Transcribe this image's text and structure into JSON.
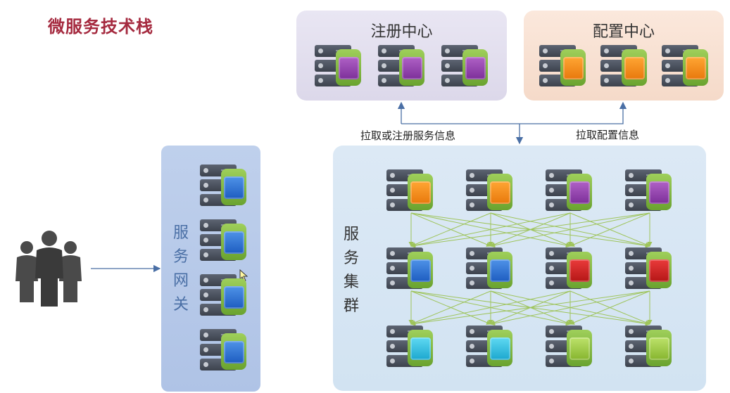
{
  "title": "微服务技术栈",
  "registry": {
    "title": "注册中心",
    "chip_color": "#8a3aa8"
  },
  "config": {
    "title": "配置中心",
    "chip_color": "#f08a1c"
  },
  "gateway": {
    "label_chars": [
      "服",
      "务",
      "网",
      "关"
    ],
    "chip_color": "#2f6fd6"
  },
  "cluster": {
    "label_chars": [
      "服",
      "务",
      "集",
      "群"
    ],
    "rows": [
      [
        "orange",
        "orange",
        "purple",
        "purple"
      ],
      [
        "blue",
        "blue",
        "red",
        "red"
      ],
      [
        "cyan",
        "cyan",
        "green",
        "green"
      ]
    ]
  },
  "edges": {
    "pull_register": "拉取或注册服务信息",
    "pull_config": "拉取配置信息"
  },
  "colors": {
    "connector": "#4a6fa5",
    "mesh": "#9ec45a",
    "title": "#a52a3f"
  },
  "icons": {
    "users": "users-group-icon",
    "server": "server-icon",
    "cursor": "mouse-cursor-icon"
  }
}
